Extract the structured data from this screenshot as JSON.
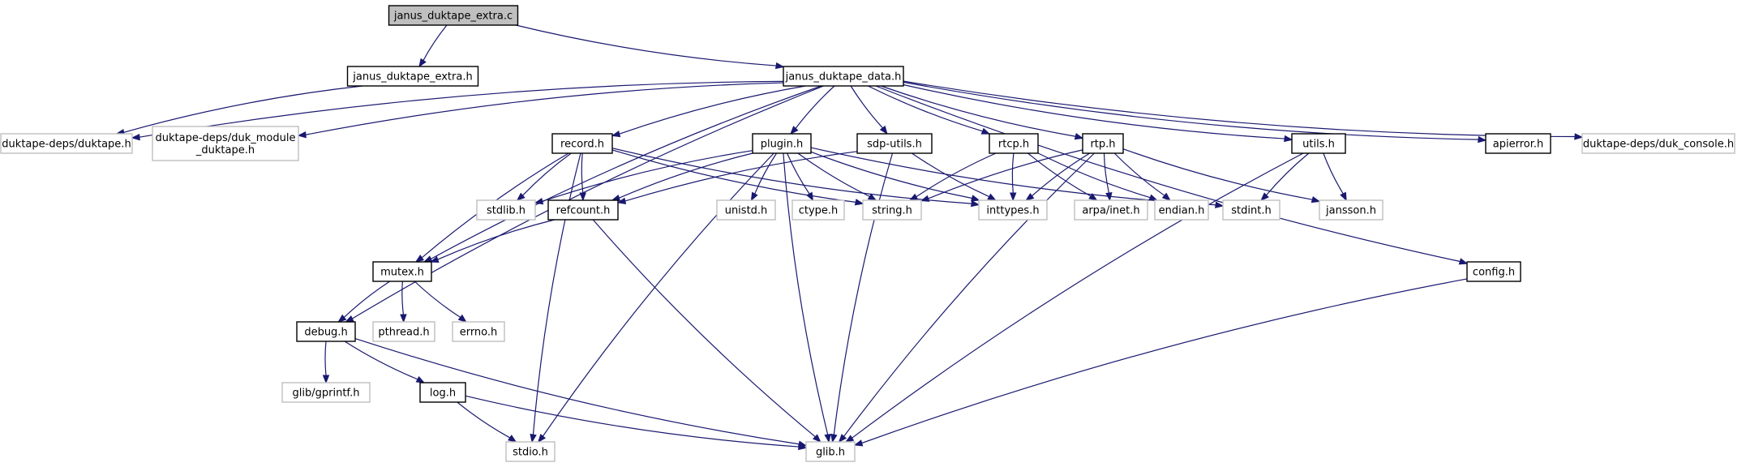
{
  "graph": {
    "edge_color": "#191970",
    "nodes": {
      "root": {
        "label": "janus_duktape_extra.c",
        "style": "root"
      },
      "extra_h": {
        "label": "janus_duktape_extra.h",
        "style": "doc"
      },
      "data_h": {
        "label": "janus_duktape_data.h",
        "style": "doc"
      },
      "duktape_h": {
        "label": "duktape-deps/duktape.h",
        "style": "ext"
      },
      "duk_module": {
        "label": "duktape-deps/duk_module\n_duktape.h",
        "style": "ext"
      },
      "record_h": {
        "label": "record.h",
        "style": "doc"
      },
      "plugin_h": {
        "label": "plugin.h",
        "style": "doc"
      },
      "sdp_utils_h": {
        "label": "sdp-utils.h",
        "style": "doc"
      },
      "rtcp_h": {
        "label": "rtcp.h",
        "style": "doc"
      },
      "rtp_h": {
        "label": "rtp.h",
        "style": "doc"
      },
      "utils_h": {
        "label": "utils.h",
        "style": "doc"
      },
      "apierror_h": {
        "label": "apierror.h",
        "style": "doc"
      },
      "duk_console_h": {
        "label": "duktape-deps/duk_console.h",
        "style": "ext"
      },
      "stdlib_h": {
        "label": "stdlib.h",
        "style": "ext"
      },
      "refcount_h": {
        "label": "refcount.h",
        "style": "doc"
      },
      "unistd_h": {
        "label": "unistd.h",
        "style": "ext"
      },
      "ctype_h": {
        "label": "ctype.h",
        "style": "ext"
      },
      "string_h": {
        "label": "string.h",
        "style": "ext"
      },
      "inttypes_h": {
        "label": "inttypes.h",
        "style": "ext"
      },
      "arpa_inet_h": {
        "label": "arpa/inet.h",
        "style": "ext"
      },
      "endian_h": {
        "label": "endian.h",
        "style": "ext"
      },
      "stdint_h": {
        "label": "stdint.h",
        "style": "ext"
      },
      "jansson_h": {
        "label": "jansson.h",
        "style": "ext"
      },
      "config_h": {
        "label": "config.h",
        "style": "doc"
      },
      "mutex_h": {
        "label": "mutex.h",
        "style": "doc"
      },
      "pthread_h": {
        "label": "pthread.h",
        "style": "ext"
      },
      "errno_h": {
        "label": "errno.h",
        "style": "ext"
      },
      "debug_h": {
        "label": "debug.h",
        "style": "doc"
      },
      "glib_gprintf_h": {
        "label": "glib/gprintf.h",
        "style": "ext"
      },
      "log_h": {
        "label": "log.h",
        "style": "doc"
      },
      "stdio_h": {
        "label": "stdio.h",
        "style": "ext"
      },
      "glib_h": {
        "label": "glib.h",
        "style": "ext"
      }
    },
    "edges": [
      [
        "root",
        "extra_h"
      ],
      [
        "root",
        "data_h"
      ],
      [
        "extra_h",
        "duktape_h"
      ],
      [
        "data_h",
        "duktape_h"
      ],
      [
        "data_h",
        "duk_module"
      ],
      [
        "data_h",
        "record_h"
      ],
      [
        "data_h",
        "plugin_h"
      ],
      [
        "data_h",
        "sdp_utils_h"
      ],
      [
        "data_h",
        "rtcp_h"
      ],
      [
        "data_h",
        "rtp_h"
      ],
      [
        "data_h",
        "utils_h"
      ],
      [
        "data_h",
        "apierror_h"
      ],
      [
        "data_h",
        "duk_console_h"
      ],
      [
        "data_h",
        "config_h"
      ],
      [
        "data_h",
        "mutex_h"
      ],
      [
        "data_h",
        "debug_h"
      ],
      [
        "record_h",
        "stdlib_h"
      ],
      [
        "record_h",
        "refcount_h"
      ],
      [
        "record_h",
        "string_h"
      ],
      [
        "record_h",
        "inttypes_h"
      ],
      [
        "record_h",
        "mutex_h"
      ],
      [
        "record_h",
        "stdio_h"
      ],
      [
        "plugin_h",
        "stdlib_h"
      ],
      [
        "plugin_h",
        "refcount_h"
      ],
      [
        "plugin_h",
        "unistd_h"
      ],
      [
        "plugin_h",
        "ctype_h"
      ],
      [
        "plugin_h",
        "string_h"
      ],
      [
        "plugin_h",
        "inttypes_h"
      ],
      [
        "plugin_h",
        "stdint_h"
      ],
      [
        "plugin_h",
        "glib_h"
      ],
      [
        "plugin_h",
        "stdio_h"
      ],
      [
        "sdp_utils_h",
        "inttypes_h"
      ],
      [
        "sdp_utils_h",
        "glib_h"
      ],
      [
        "sdp_utils_h",
        "refcount_h"
      ],
      [
        "rtcp_h",
        "string_h"
      ],
      [
        "rtcp_h",
        "inttypes_h"
      ],
      [
        "rtcp_h",
        "arpa_inet_h"
      ],
      [
        "rtcp_h",
        "endian_h"
      ],
      [
        "rtp_h",
        "string_h"
      ],
      [
        "rtp_h",
        "inttypes_h"
      ],
      [
        "rtp_h",
        "arpa_inet_h"
      ],
      [
        "rtp_h",
        "endian_h"
      ],
      [
        "rtp_h",
        "jansson_h"
      ],
      [
        "rtp_h",
        "glib_h"
      ],
      [
        "utils_h",
        "stdint_h"
      ],
      [
        "utils_h",
        "jansson_h"
      ],
      [
        "utils_h",
        "glib_h"
      ],
      [
        "refcount_h",
        "mutex_h"
      ],
      [
        "refcount_h",
        "glib_h"
      ],
      [
        "mutex_h",
        "pthread_h"
      ],
      [
        "mutex_h",
        "errno_h"
      ],
      [
        "mutex_h",
        "debug_h"
      ],
      [
        "debug_h",
        "glib_gprintf_h"
      ],
      [
        "debug_h",
        "log_h"
      ],
      [
        "debug_h",
        "glib_h"
      ],
      [
        "log_h",
        "stdio_h"
      ],
      [
        "log_h",
        "glib_h"
      ],
      [
        "config_h",
        "glib_h"
      ]
    ]
  }
}
